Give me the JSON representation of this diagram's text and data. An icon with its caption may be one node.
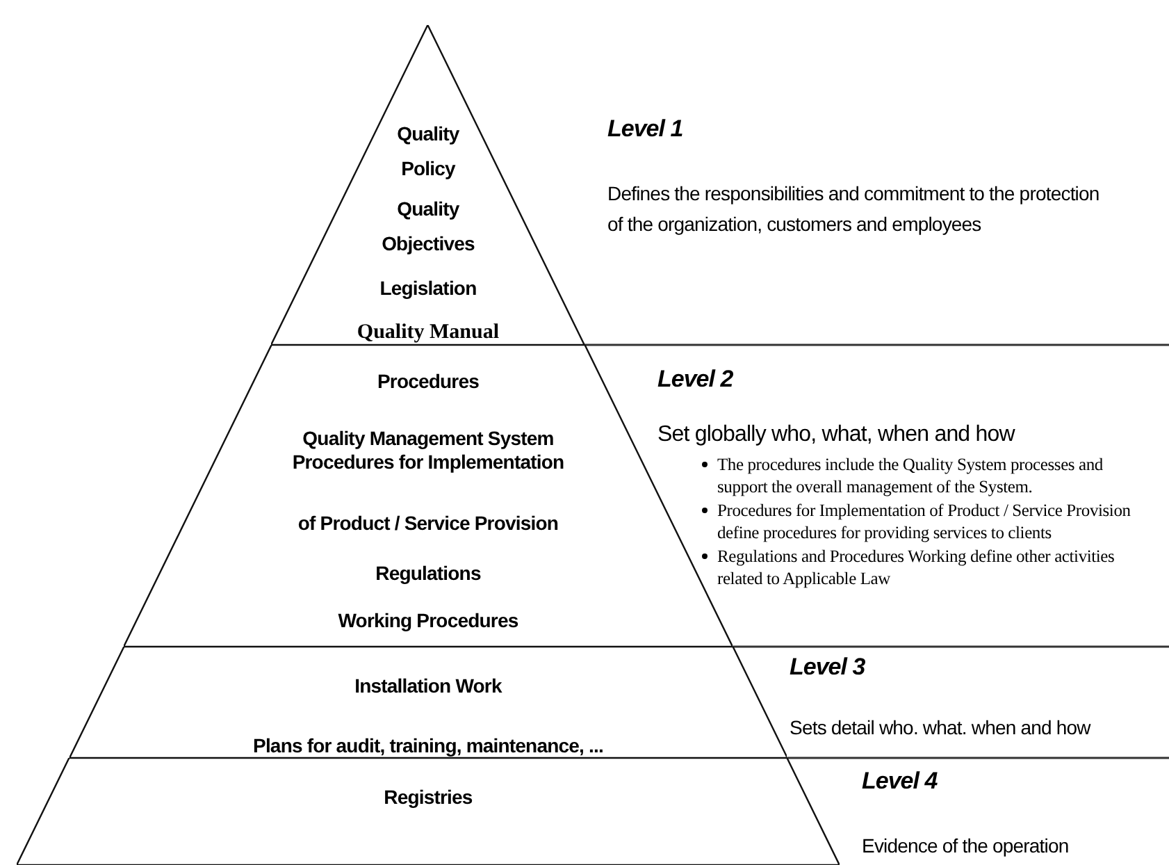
{
  "diagram": {
    "nodes": [
      {
        "text": [
          "Quality Policy",
          "Quality Objectives",
          "Legislation",
          "Quality Manual"
        ],
        "beside": [
          "Level 1",
          "Defines the responsibilities and commitment to the protection of the organization, customers and employees"
        ]
      },
      {
        "text": [
          "Procedures",
          "Quality Management System",
          "Procedures for Implementation",
          "of Product / Service Provision",
          "Regulations",
          "Working Procedures"
        ],
        "beside": [
          "Level 2",
          "Set globally who, what, when and how",
          "The procedures include the Quality System processes and support the overall management of the System.",
          "Procedures for Implementation of Product / Service Provision define procedures for providing services to clients",
          "Regulations and Procedures Working define other activities related to Applicable Law"
        ]
      },
      {
        "text": [
          "Installation Work",
          "Plans for audit, training, maintenance, ..."
        ],
        "beside": [
          "Level 3",
          "Sets detail who. what. when and how"
        ]
      },
      {
        "text": [
          "Registries"
        ],
        "beside": [
          "Level 4",
          "Evidence of the operation"
        ]
      }
    ]
  }
}
